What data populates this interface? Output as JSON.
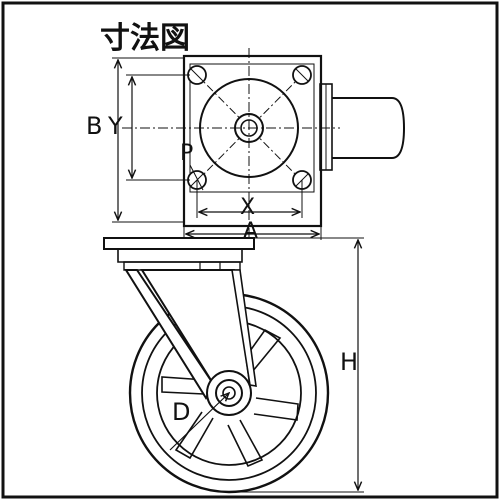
{
  "title": "寸法図",
  "labels": {
    "B": "B",
    "Y": "Y",
    "P": "P",
    "X": "X",
    "A": "A",
    "H": "H",
    "D": "D"
  }
}
